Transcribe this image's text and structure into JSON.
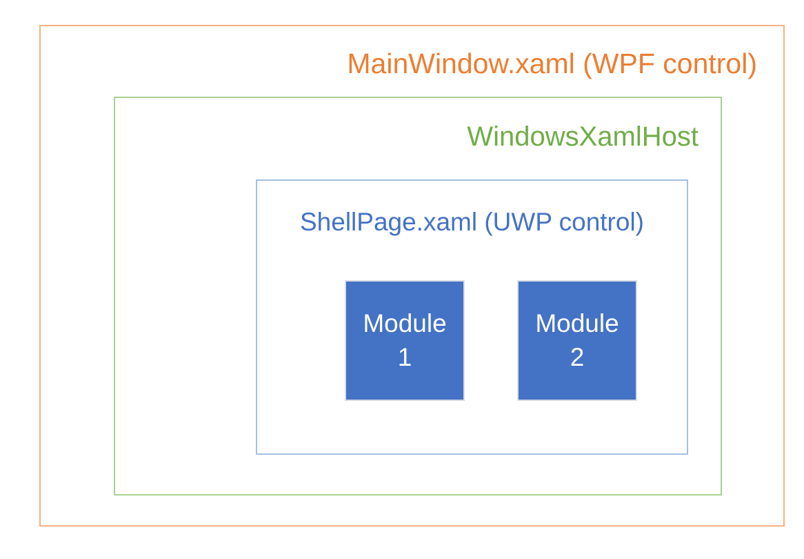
{
  "diagram": {
    "boxes": {
      "mainwindow": {
        "label": "MainWindow.xaml (WPF control)",
        "text_color": "#ED7D31",
        "border_color": "#F4B183"
      },
      "windowsxamlhost": {
        "label": "WindowsXamlHost",
        "text_color": "#70AD47",
        "border_color": "#A9D18E"
      },
      "shellpage": {
        "label": "ShellPage.xaml (UWP control)",
        "text_color": "#4472C4",
        "border_color": "#A6BEE3"
      }
    },
    "modules": [
      {
        "label": "Module\n1",
        "fill_color": "#4472C4",
        "text_color": "#FFFFFF",
        "border_color": "#D6DCE4"
      },
      {
        "label": "Module\n2",
        "fill_color": "#4472C4",
        "text_color": "#FFFFFF",
        "border_color": "#D6DCE4"
      }
    ],
    "background_color": "#FFFFFF"
  }
}
